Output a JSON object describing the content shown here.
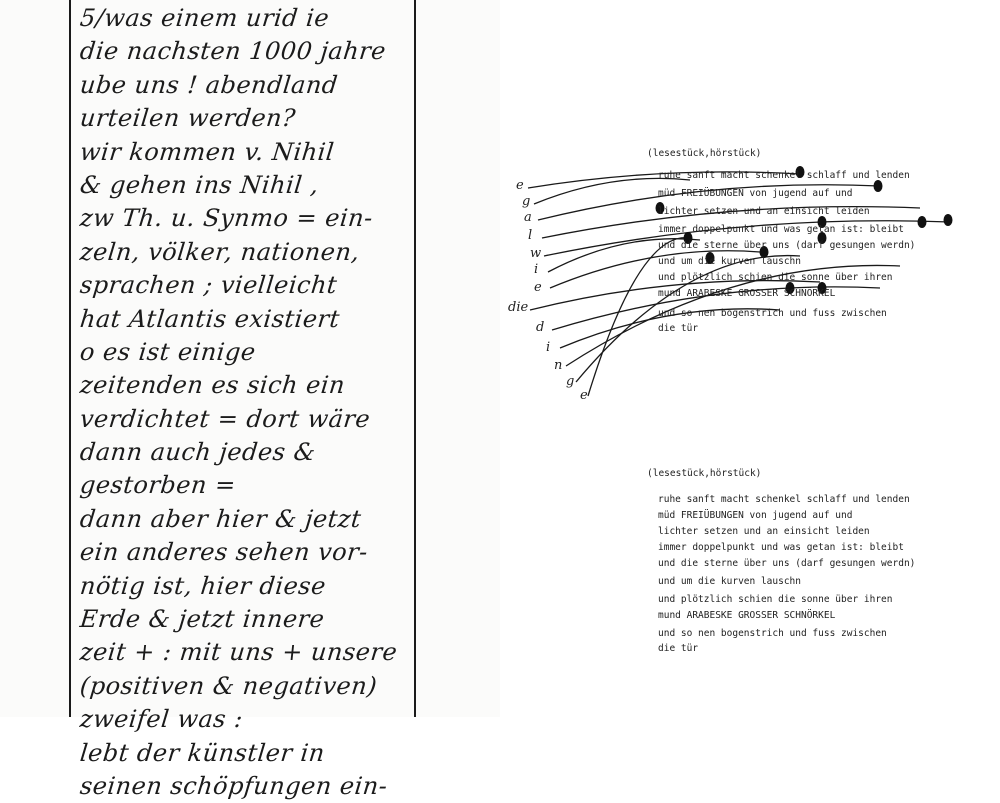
{
  "left_page": {
    "handwritten_lines": [
      "5/was einem urid ie",
      "die nachsten 1000 jahre",
      "ube uns ! abendland",
      "urteilen werden?",
      "wir kommen v. Nihil",
      "& gehen ins Nihil ,",
      "zw Th. u. Synmo = ein-",
      "zeln, völker, nationen,",
      "sprachen ; vielleicht",
      "hat Atlantis existiert",
      "o es ist einige",
      "zeitenden es sich ein",
      "verdichtet = dort wäre",
      "dann auch jedes &",
      "gestorben =",
      "dann aber hier & jetzt",
      "ein anderes sehen vor-",
      "nötig ist, hier diese",
      "Erde & jetzt innere",
      "zeit + : mit uns + unsere",
      "(positiven & negativen)",
      "zweifel was :",
      "lebt der künstler in",
      "seinen schöpfungen ein-"
    ]
  },
  "right_page": {
    "upper_poem": {
      "title": "(lesestück,hörstück)",
      "lines": [
        "ruhe sanft macht schenkel schlaff und lenden",
        "müd   FREIÜBUNGEN    von jugend auf    und",
        "lichter setzen  und an einsicht leiden",
        "immer doppelpunkt    und was getan ist: bleibt",
        "und die sterne über uns (darf gesungen werdn)",
        "und um die kurven lauschn",
        "und plötzlich schien die sonne über ihren",
        "mund    ARABESKE    GROSSER SCHNÖRKEL",
        "und so nen bogenstrich  und fuss zwischen",
        "die tür"
      ],
      "column_letters": [
        "e",
        "g",
        "a",
        "l",
        "w",
        "i",
        "e",
        "die",
        "d",
        "i",
        "n",
        "g",
        "e"
      ]
    },
    "lower_poem": {
      "title": "(lesestück,hörstück)",
      "lines": [
        "ruhe sanft macht schenkel schlaff und lenden",
        "müd    FREIÜBUNGEN    von jugend auf    und",
        "lichter setzen  und an einsicht leiden",
        "immer doppelpunkt    und was getan ist: bleibt",
        "und die sterne über uns (darf gesungen werdn)",
        "und um die kurven lauschn",
        "und plötzlich schien die sonne über ihren",
        "mund    ARABESKE   GROSSER SCHNÖRKEL",
        "und so nen bogenstrich  und fuss zwischen",
        "die tür"
      ]
    }
  }
}
